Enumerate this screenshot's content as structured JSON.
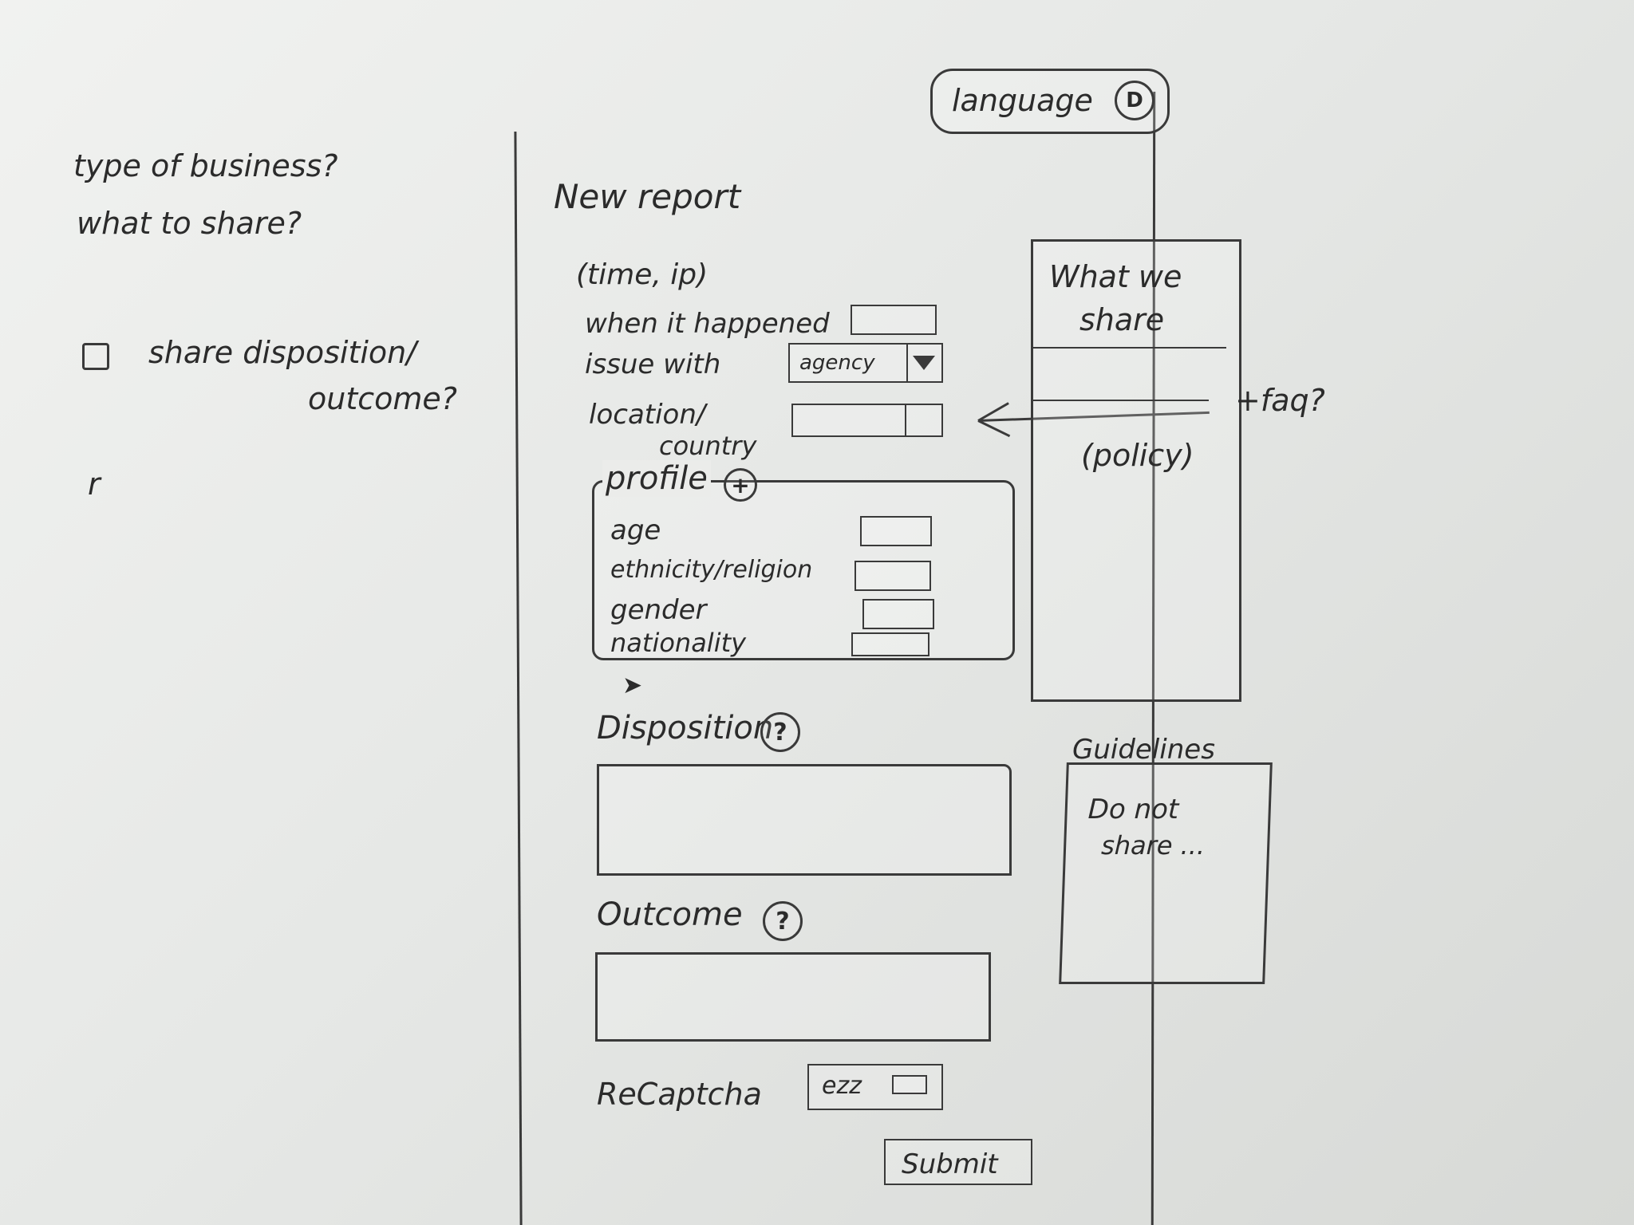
{
  "notes": {
    "line1": "type of business?",
    "line2": "what to share?",
    "checkbox_line1": "share disposition/",
    "checkbox_line2": "outcome?",
    "small_mark": "r"
  },
  "header": {
    "language": "language",
    "language_icon_text": "D"
  },
  "form": {
    "title": "New report",
    "time_ip": "(time, ip)",
    "when_label": "when it happened",
    "issue_label": "issue with",
    "issue_select_text": "agency",
    "location_label_1": "location/",
    "location_label_2": "country",
    "profile_label": "profile",
    "profile_icon": "+",
    "profile_fields": [
      {
        "label": "age"
      },
      {
        "label": "ethnicity/religion"
      },
      {
        "label": "gender"
      },
      {
        "label": "nationality"
      }
    ],
    "disposition_label": "Disposition",
    "disposition_help": "?",
    "outcome_label": "Outcome",
    "outcome_help": "?",
    "recaptcha_label": "ReCaptcha",
    "recaptcha_text": "ezz",
    "submit_label": "Submit"
  },
  "sidebar": {
    "share_title_1": "What we",
    "share_title_2": "share",
    "policy_text": "(policy)",
    "faq_text": "+faq?",
    "guidelines_title": "Guidelines",
    "guidelines_line1": "Do not",
    "guidelines_line2": "share ..."
  }
}
